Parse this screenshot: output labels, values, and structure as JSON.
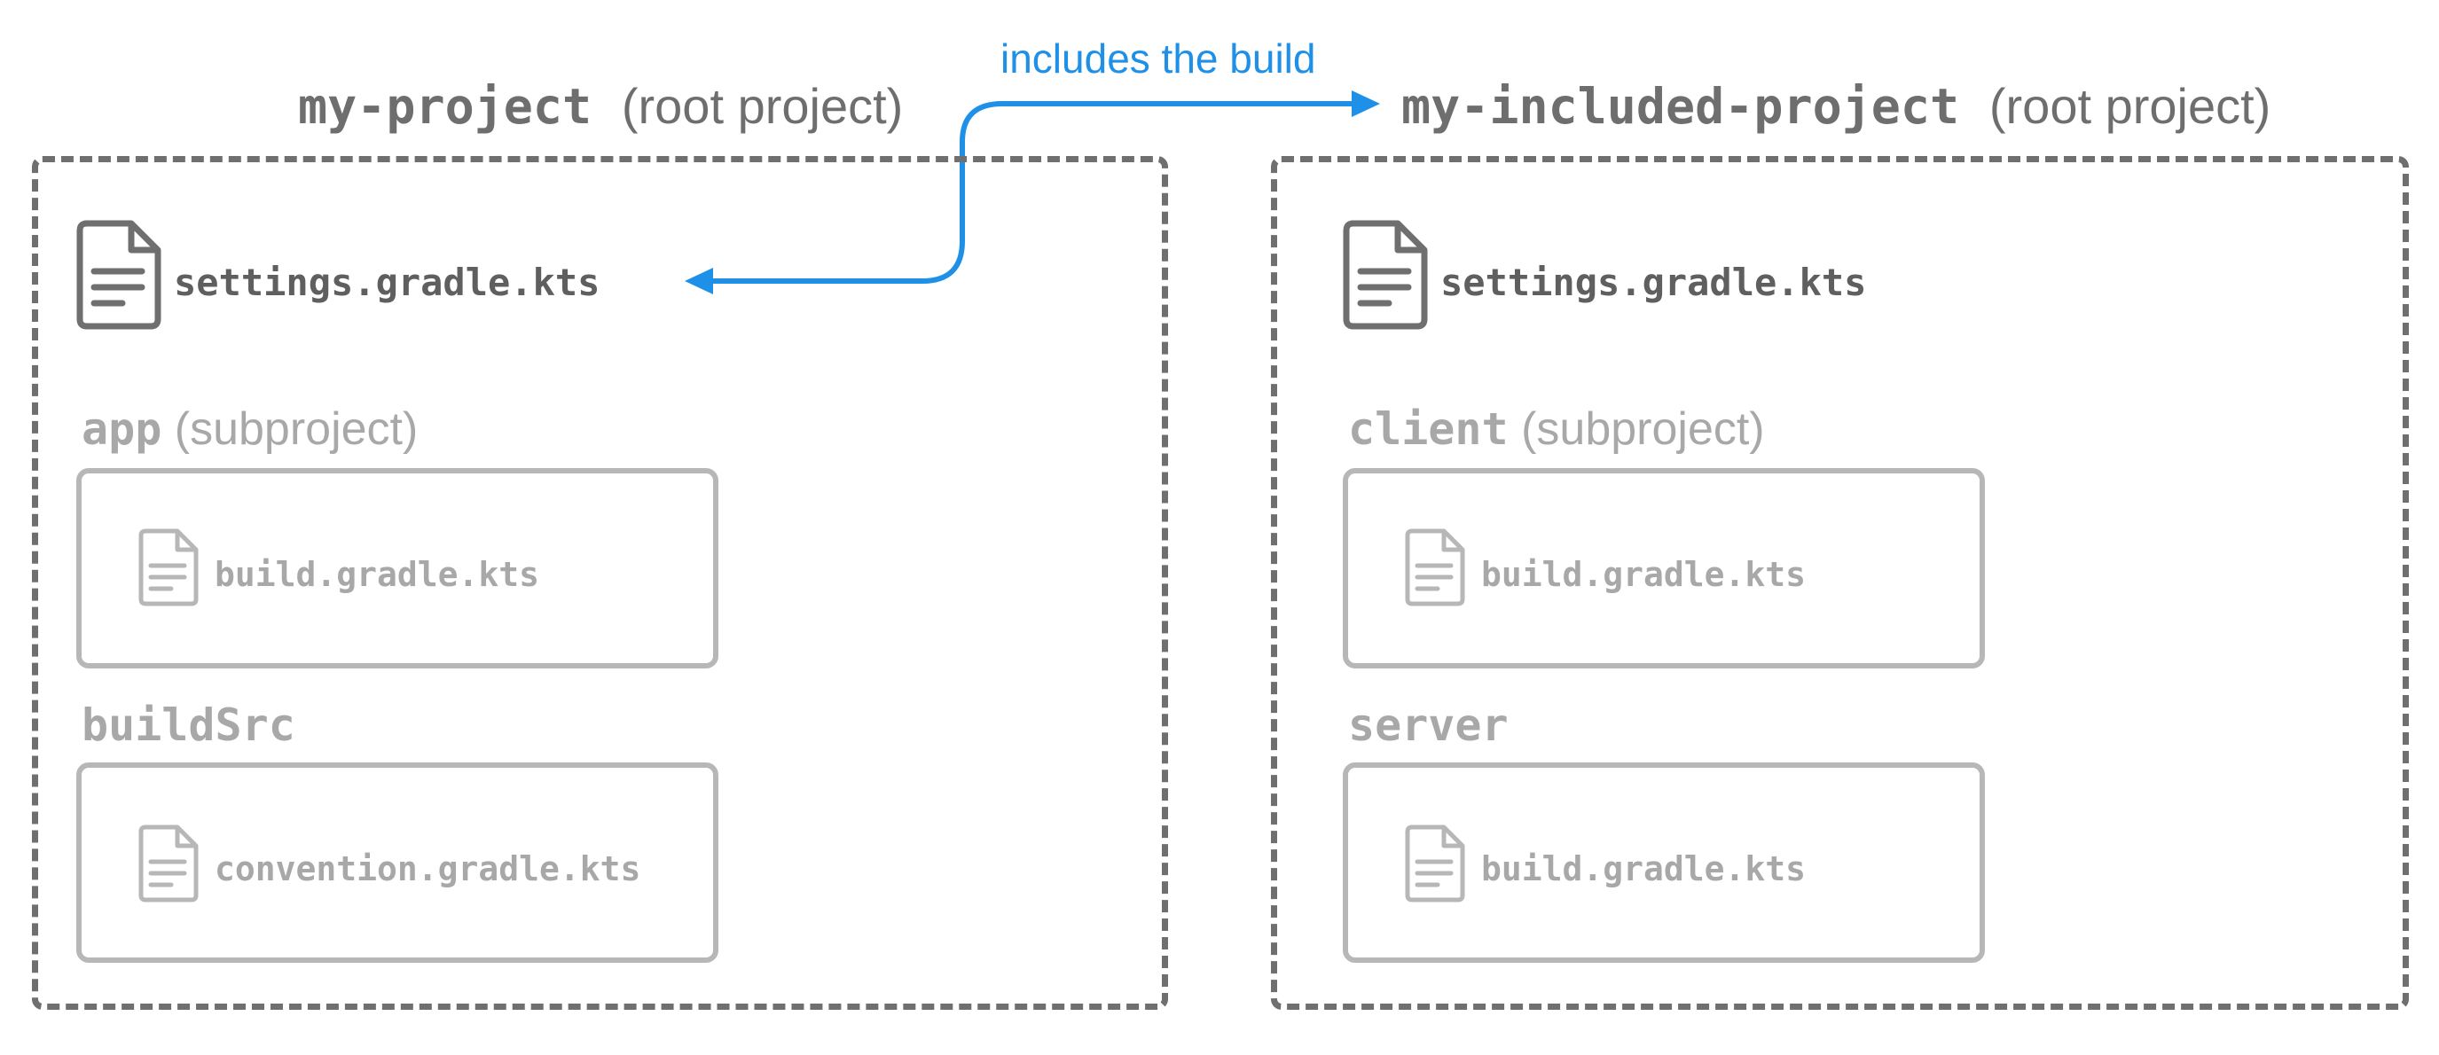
{
  "arrow": {
    "label": "includes the build",
    "color": "#1e90e8"
  },
  "left_project": {
    "name": "my-project",
    "suffix": "(root project)",
    "settings_file": "settings.gradle.kts",
    "subprojects": [
      {
        "name": "app",
        "suffix": "(subproject)",
        "file": "build.gradle.kts"
      },
      {
        "name": "buildSrc",
        "suffix": "",
        "file": "convention.gradle.kts"
      }
    ]
  },
  "right_project": {
    "name": "my-included-project",
    "suffix": "(root project)",
    "settings_file": "settings.gradle.kts",
    "subprojects": [
      {
        "name": "client",
        "suffix": "(subproject)",
        "file": "build.gradle.kts"
      },
      {
        "name": "server",
        "suffix": "",
        "file": "build.gradle.kts"
      }
    ]
  },
  "colors": {
    "root_border": "#6f6f6f",
    "sub_border": "#b7b7b7",
    "dark_text": "#5f5f5f",
    "light_text": "#a8a8a8"
  }
}
